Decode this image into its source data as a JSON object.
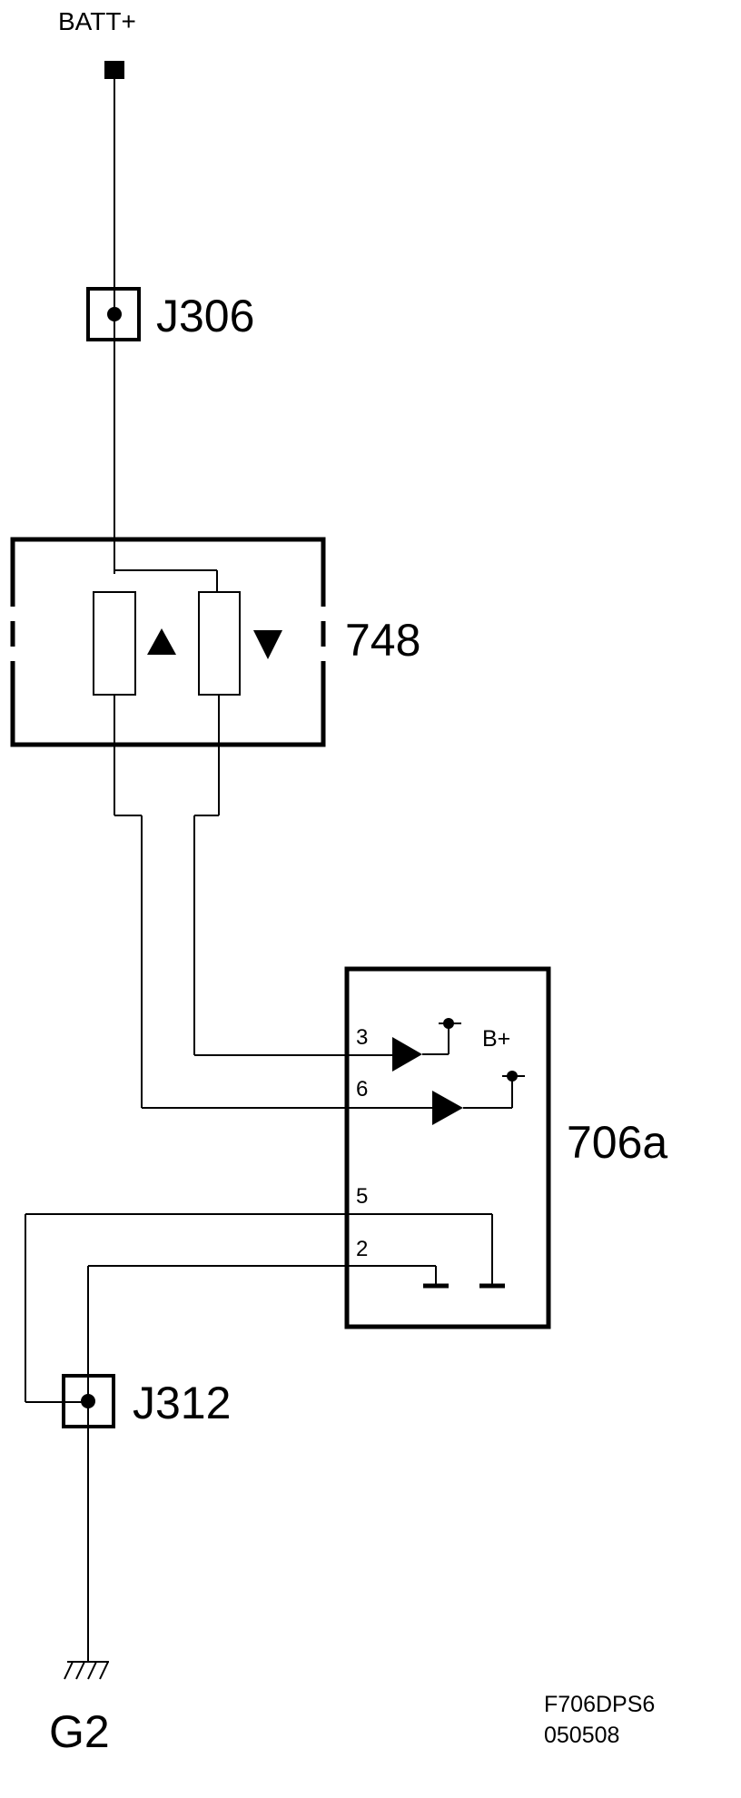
{
  "labels": {
    "battery": "BATT+",
    "connector_top": "J306",
    "switch": "748",
    "relay_module": "706a",
    "connector_bottom": "J312",
    "ground": "G2",
    "b_plus": "B+"
  },
  "pins": [
    "3",
    "6",
    "5",
    "2"
  ],
  "footer": {
    "code": "F706DPS6",
    "date": "050508"
  },
  "colors": {
    "ink": "#000000",
    "background": "#ffffff"
  }
}
